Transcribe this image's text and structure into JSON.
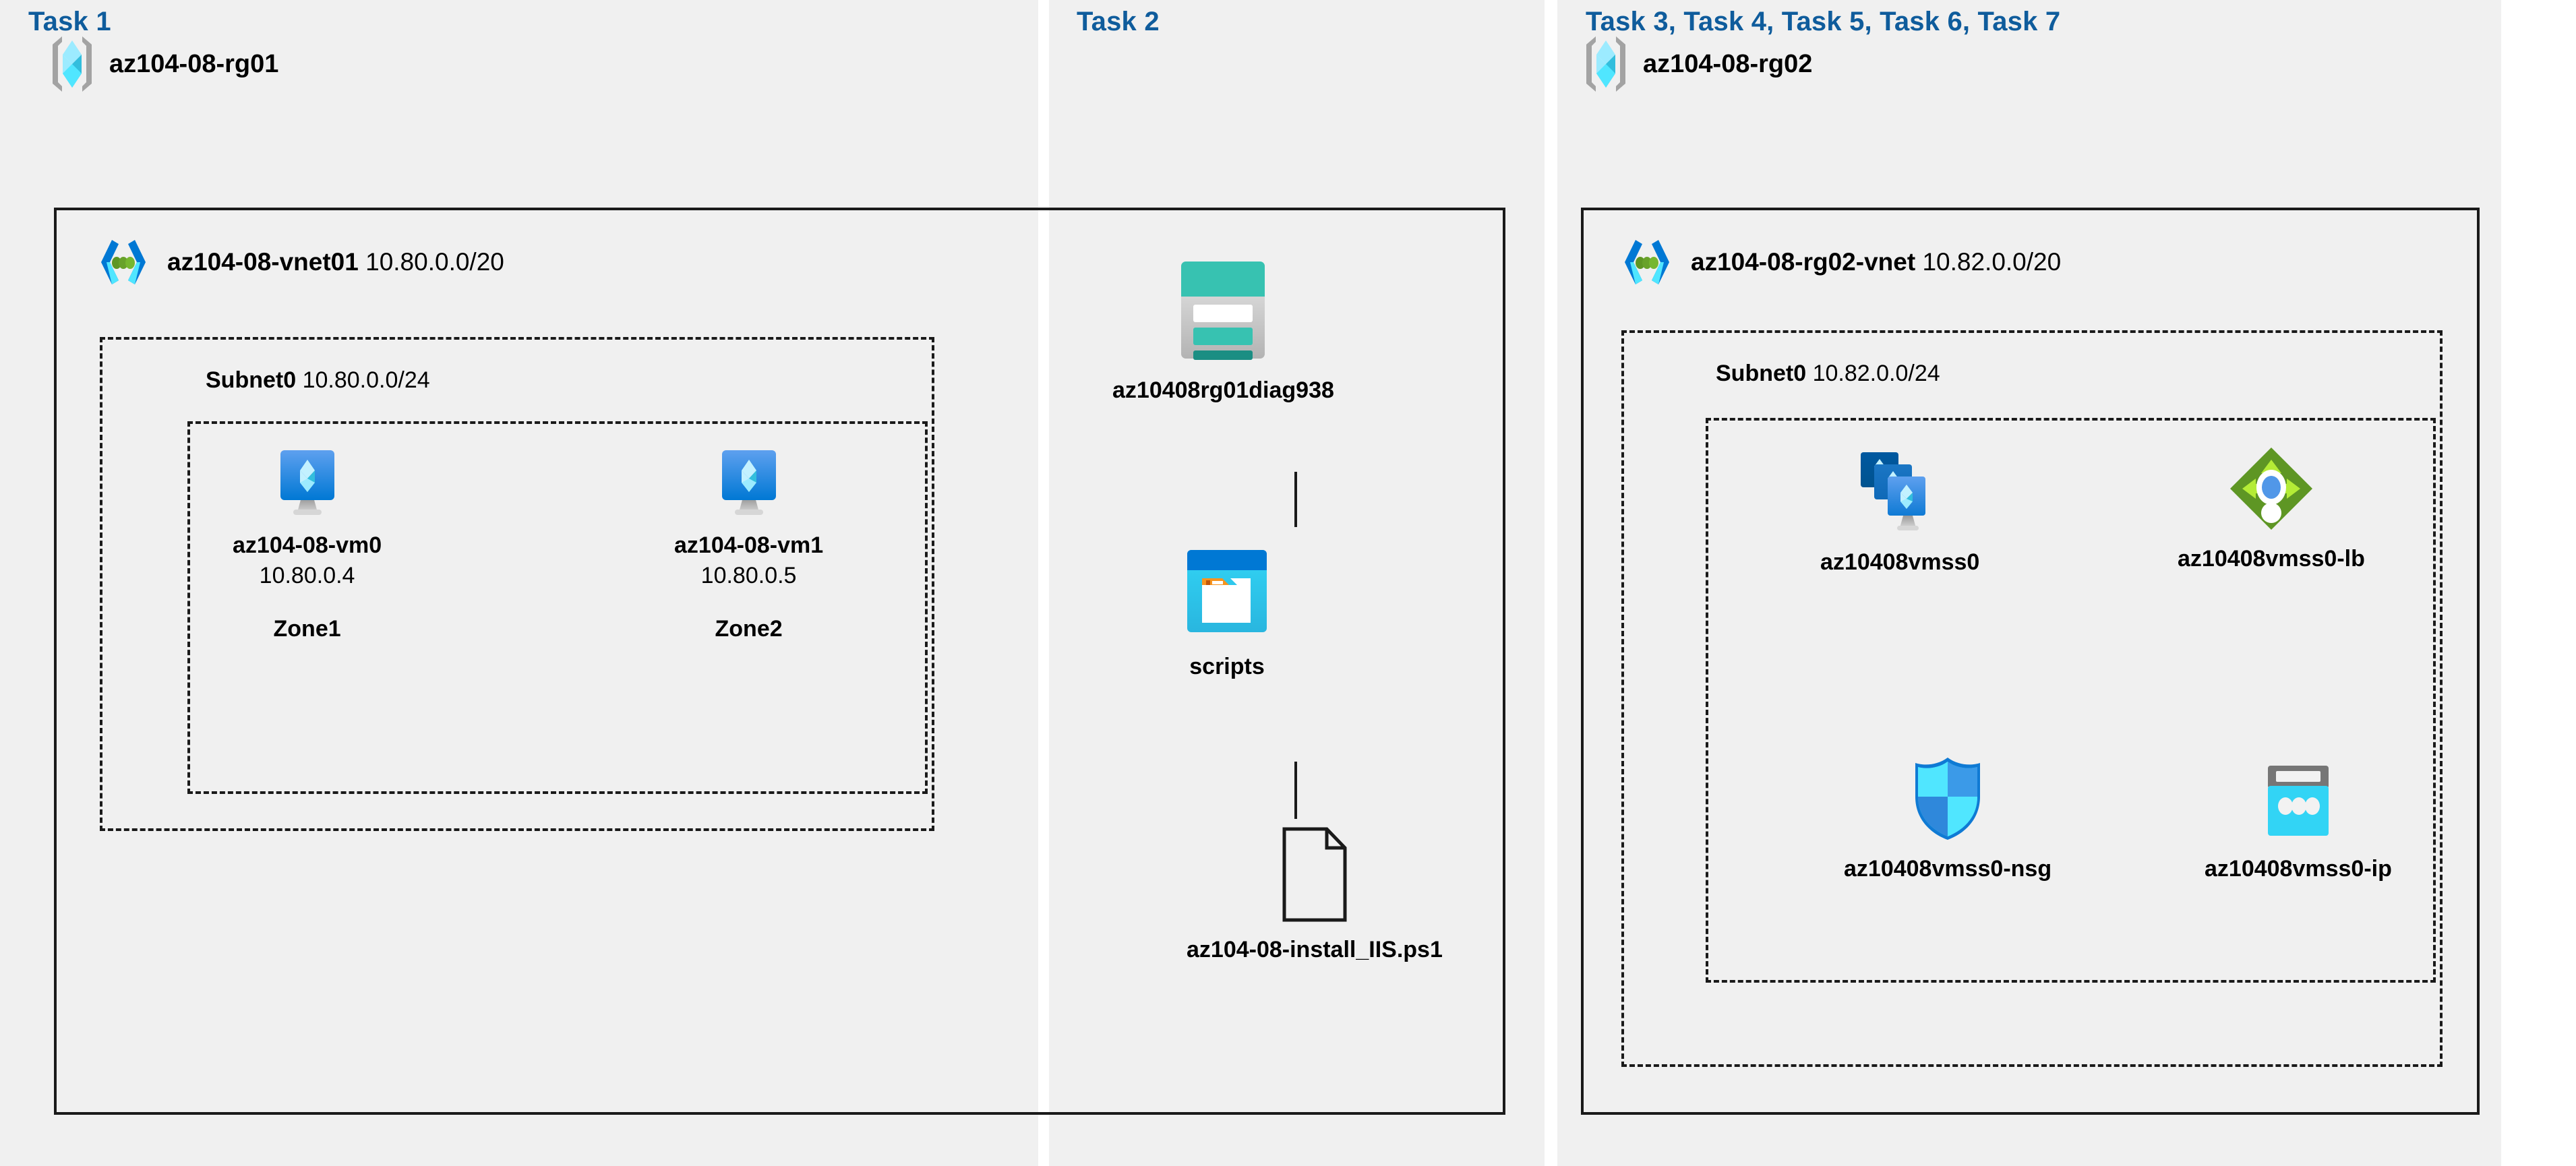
{
  "panels": [
    {
      "title": "Task 1"
    },
    {
      "title": "Task 2"
    },
    {
      "title": "Task 3, Task 4, Task 5, Task 6, Task 7"
    }
  ],
  "task1": {
    "resource_group": {
      "name": "az104-08-rg01",
      "icon": "resource-group-icon"
    },
    "vnet": {
      "name": "az104-08-vnet01",
      "cidr": "10.80.0.0/20",
      "icon": "virtual-network-icon"
    },
    "subnet": {
      "name": "Subnet0",
      "cidr": "10.80.0.0/24"
    },
    "vms": [
      {
        "name": "az104-08-vm0",
        "ip": "10.80.0.4",
        "zone": "Zone1",
        "icon": "virtual-machine-icon"
      },
      {
        "name": "az104-08-vm1",
        "ip": "10.80.0.5",
        "zone": "Zone2",
        "icon": "virtual-machine-icon"
      }
    ]
  },
  "task2": {
    "storage_account": {
      "name": "az10408rg01diag938",
      "icon": "storage-account-icon"
    },
    "container": {
      "name": "scripts",
      "icon": "blob-container-icon"
    },
    "file": {
      "name": "az104-08-install_IIS.ps1",
      "icon": "file-document-icon"
    }
  },
  "task3": {
    "resource_group": {
      "name": "az104-08-rg02",
      "icon": "resource-group-icon"
    },
    "vnet": {
      "name": "az104-08-rg02-vnet",
      "cidr": "10.82.0.0/20",
      "icon": "virtual-network-icon"
    },
    "subnet": {
      "name": "Subnet0",
      "cidr": "10.82.0.0/24"
    },
    "resources": [
      {
        "name": "az10408vmss0",
        "icon": "vm-scale-set-icon"
      },
      {
        "name": "az10408vmss0-lb",
        "icon": "load-balancer-icon"
      },
      {
        "name": "az10408vmss0-nsg",
        "icon": "network-security-group-icon"
      },
      {
        "name": "az10408vmss0-ip",
        "icon": "public-ip-address-icon"
      }
    ]
  },
  "colors": {
    "panel_background": "#f0f0f0",
    "page_background": "#ffffff",
    "task_title": "#0f5c9c",
    "border": "#1a1a1a",
    "azure_blue": "#0078d4",
    "azure_cyan": "#50e6ff",
    "storage_teal": "#37c2b1",
    "lb_green": "#6bb327",
    "container_orange": "#f7941e"
  }
}
